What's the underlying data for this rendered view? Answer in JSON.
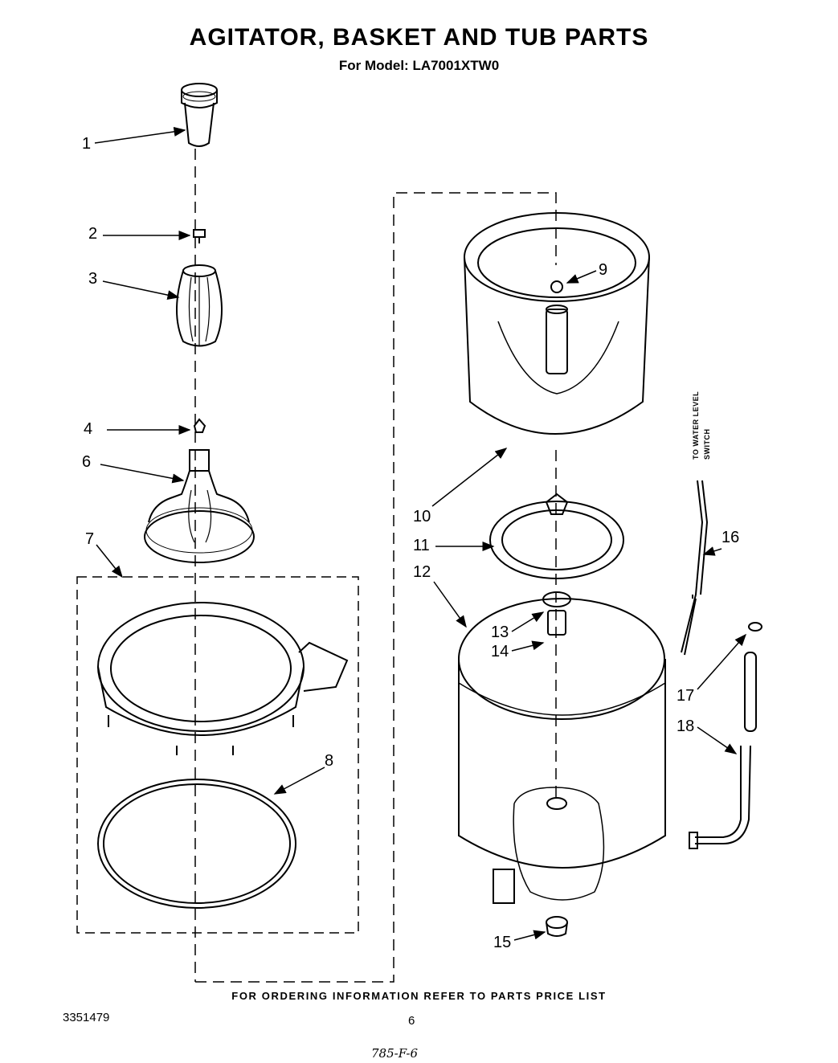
{
  "header": {
    "title": "AGITATOR, BASKET AND TUB PARTS",
    "subtitle": "For Model: LA7001XTW0"
  },
  "callouts": {
    "c1": "1",
    "c2": "2",
    "c3": "3",
    "c4": "4",
    "c6": "6",
    "c7": "7",
    "c8": "8",
    "c9": "9",
    "c10": "10",
    "c11": "11",
    "c12": "12",
    "c13": "13",
    "c14": "14",
    "c15": "15",
    "c16": "16",
    "c17": "17",
    "c18": "18"
  },
  "side_note": {
    "line1": "TO WATER LEVEL",
    "line2": "SWITCH"
  },
  "footer": {
    "ordering_info": "FOR ORDERING INFORMATION REFER TO PARTS PRICE LIST",
    "doc_number": "3351479",
    "page_number": "6",
    "handwritten_note": "785-F-6"
  }
}
